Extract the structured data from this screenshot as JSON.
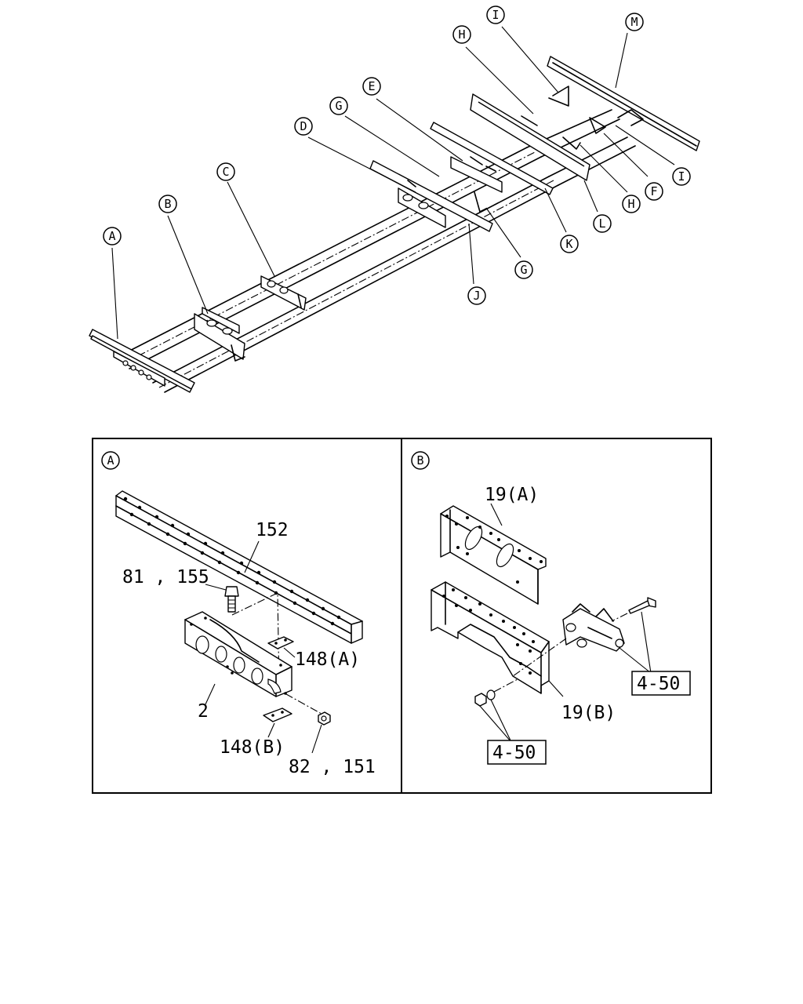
{
  "overview": {
    "callouts": [
      "A",
      "B",
      "C",
      "D",
      "G",
      "E",
      "H",
      "I",
      "M",
      "G",
      "J",
      "K",
      "L",
      "H",
      "F",
      "I"
    ]
  },
  "detail_a": {
    "label": "A",
    "parts": {
      "p152": "152",
      "p81_155": "81 , 155",
      "p148a": "148(A)",
      "p2": "2",
      "p148b": "148(B)",
      "p82_151": "82 , 151"
    }
  },
  "detail_b": {
    "label": "B",
    "parts": {
      "p19a": "19(A)",
      "p19b": "19(B)",
      "ref_upper": "4-50",
      "ref_lower": "4-50"
    }
  }
}
